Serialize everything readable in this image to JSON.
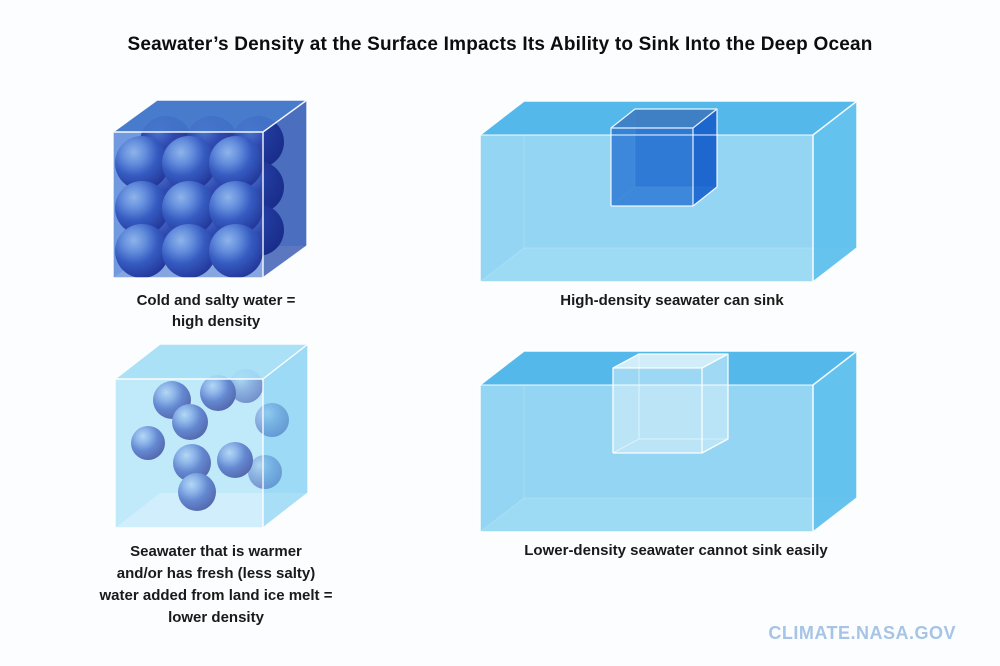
{
  "title": "Seawater’s Density at the Surface Impacts Its Ability to Sink Into the Deep Ocean",
  "watermark": "CLIMATE.NASA.GOV",
  "panels": {
    "dense_cube": {
      "caption": "Cold and salty water =\nhigh density",
      "icon": "packed-molecules-cube-illustration"
    },
    "sinking_box": {
      "caption": "High-density seawater can sink",
      "icon": "sinking-cube-in-ocean-illustration"
    },
    "sparse_cube": {
      "caption": "Seawater that is warmer\nand/or has fresh (less salty)\nwater added from land ice melt =\nlower density",
      "icon": "scattered-molecules-cube-illustration"
    },
    "floating_box": {
      "caption": "Lower-density seawater cannot sink easily",
      "icon": "floating-cube-in-ocean-illustration"
    }
  },
  "colors": {
    "background": "#fbfdfe",
    "title_text": "#0d0d0d",
    "caption_text": "#1a1a1a",
    "watermark_text": "#a7c4e6",
    "dense_cube_top_face": "#4577cb",
    "dense_cube_right_face": "#23419f",
    "dense_cube_interior": "#7fa5e4",
    "molecule_sphere_dark": "#10187e",
    "molecule_sphere_highlight": "#aaccf2",
    "light_cube_top_face": "#a9e0f6",
    "light_cube_interior": "#bfe9fa",
    "ocean_box_front_face": "#8ed2f1",
    "ocean_box_top_face": "#4fb5e9",
    "sinking_cube_front": "#2e7ad6",
    "sinking_cube_right": "#1b66cf",
    "floating_cube": "#e4f6fc",
    "edge_lines": "#ffffff"
  }
}
